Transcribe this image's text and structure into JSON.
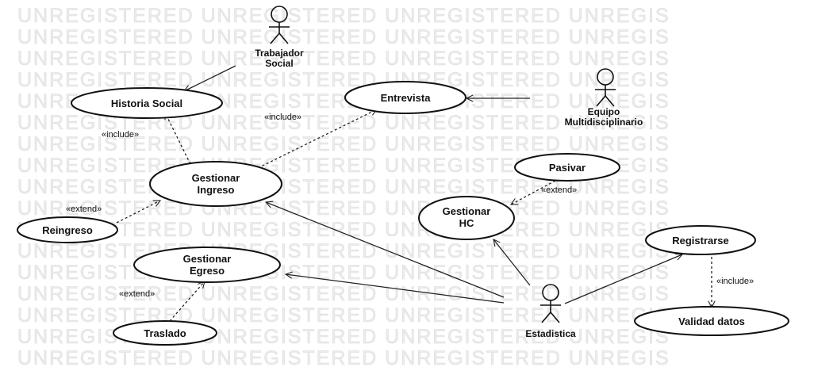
{
  "watermark": "UNREGISTERED UNREGISTERED UNREGISTERED UNREGIS",
  "actors": {
    "trabajador_social": [
      "Trabajador",
      "Social"
    ],
    "equipo": [
      "Equipo",
      "Multidisciplinario"
    ],
    "estadistica": [
      "Estadistica"
    ]
  },
  "use_cases": {
    "historia_social": [
      "Historia Social"
    ],
    "entrevista": [
      "Entrevista"
    ],
    "gestionar_ingreso": [
      "Gestionar",
      "Ingreso"
    ],
    "reingreso": [
      "Reingreso"
    ],
    "gestionar_egreso": [
      "Gestionar",
      "Egreso"
    ],
    "traslado": [
      "Traslado"
    ],
    "pasivar": [
      "Pasivar"
    ],
    "gestionar_hc": [
      "Gestionar",
      "HC"
    ],
    "registrarse": [
      "Registrarse"
    ],
    "validad_datos": [
      "Validad datos"
    ]
  },
  "stereotypes": {
    "include": "«include»",
    "extend": "«extend»"
  }
}
